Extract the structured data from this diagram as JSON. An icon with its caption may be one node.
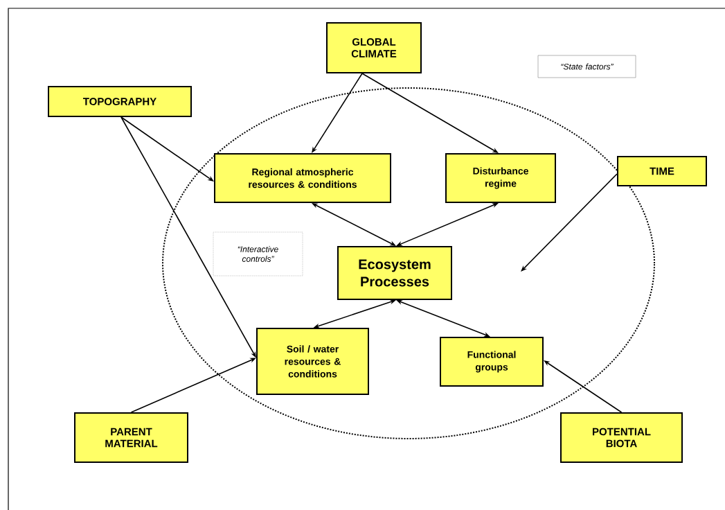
{
  "diagram": {
    "nodes": [
      {
        "text": [
          "GLOBAL CLIMATE"
        ]
      },
      {
        "text": [
          "TOPOGRAPHY"
        ]
      },
      {
        "text": [
          "“State factors”"
        ]
      },
      {
        "text": [
          "Regional atmospheric resources & conditions"
        ]
      },
      {
        "text": [
          "Disturbance regime"
        ]
      },
      {
        "text": [
          "TIME"
        ]
      },
      {
        "text": [
          "“Interactive controls”"
        ]
      },
      {
        "text": [
          "Ecosystem Processes"
        ]
      },
      {
        "text": [
          "Soil / water resources & conditions"
        ]
      },
      {
        "text": [
          "Functional groups"
        ]
      },
      {
        "text": [
          "PARENT MATERIAL"
        ]
      },
      {
        "text": [
          "POTENTIAL BIOTA"
        ]
      }
    ],
    "edges": [
      {
        "from": 0,
        "to": 3,
        "arrow": "to"
      },
      {
        "from": 0,
        "to": 4,
        "arrow": "to"
      },
      {
        "from": 1,
        "to": 3,
        "arrow": "to"
      },
      {
        "from": 1,
        "to": 8,
        "arrow": "to"
      },
      {
        "from": 3,
        "to": 7,
        "arrow": "both"
      },
      {
        "from": 4,
        "to": 7,
        "arrow": "both"
      },
      {
        "from": 5,
        "to": null,
        "arrow": "to"
      },
      {
        "from": 7,
        "to": 8,
        "arrow": "both"
      },
      {
        "from": 7,
        "to": 9,
        "arrow": "both"
      },
      {
        "from": 10,
        "to": 8,
        "arrow": "to"
      },
      {
        "from": 11,
        "to": 9,
        "arrow": "to"
      }
    ]
  }
}
